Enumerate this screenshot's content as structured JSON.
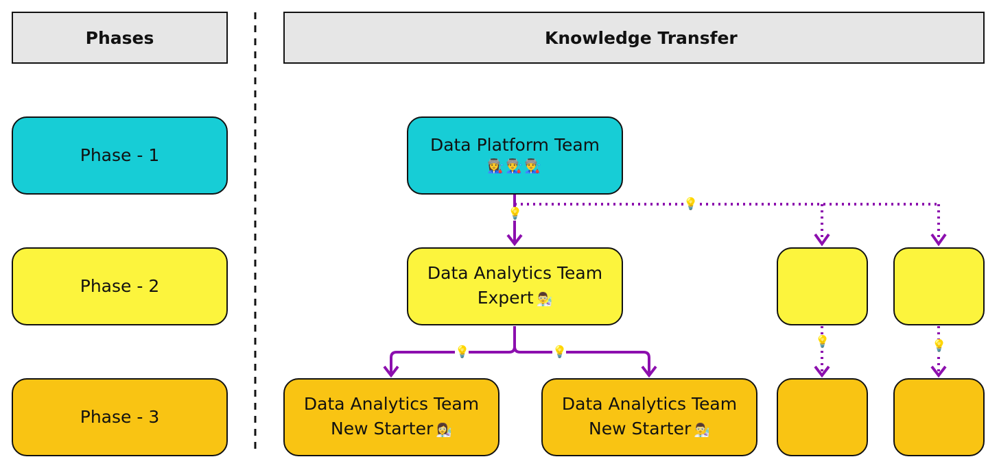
{
  "header": {
    "phases_label": "Phases",
    "knowledge_transfer_label": "Knowledge Transfer"
  },
  "phases": [
    {
      "label": "Phase - 1",
      "color": "#17cdd6"
    },
    {
      "label": "Phase - 2",
      "color": "#fcf43d"
    },
    {
      "label": "Phase - 3",
      "color": "#f9c413"
    }
  ],
  "nodes": {
    "platform": {
      "line1": "Data Platform Team",
      "emoji": "👩‍🏭👨‍🏭👨‍🏭"
    },
    "analytics_expert": {
      "line1": "Data Analytics Team",
      "line2": "Expert",
      "emoji": "👨‍🔬"
    },
    "new_starter_1": {
      "line1": "Data Analytics Team",
      "line2": "New Starter",
      "emoji": "👩‍🔬"
    },
    "new_starter_2": {
      "line1": "Data Analytics Team",
      "line2": "New Starter",
      "emoji": "👨‍🔬"
    }
  },
  "icons": {
    "knowledge": "💡"
  },
  "colors": {
    "arrow": "#8c0fae",
    "header_bg": "#e6e6e6"
  }
}
